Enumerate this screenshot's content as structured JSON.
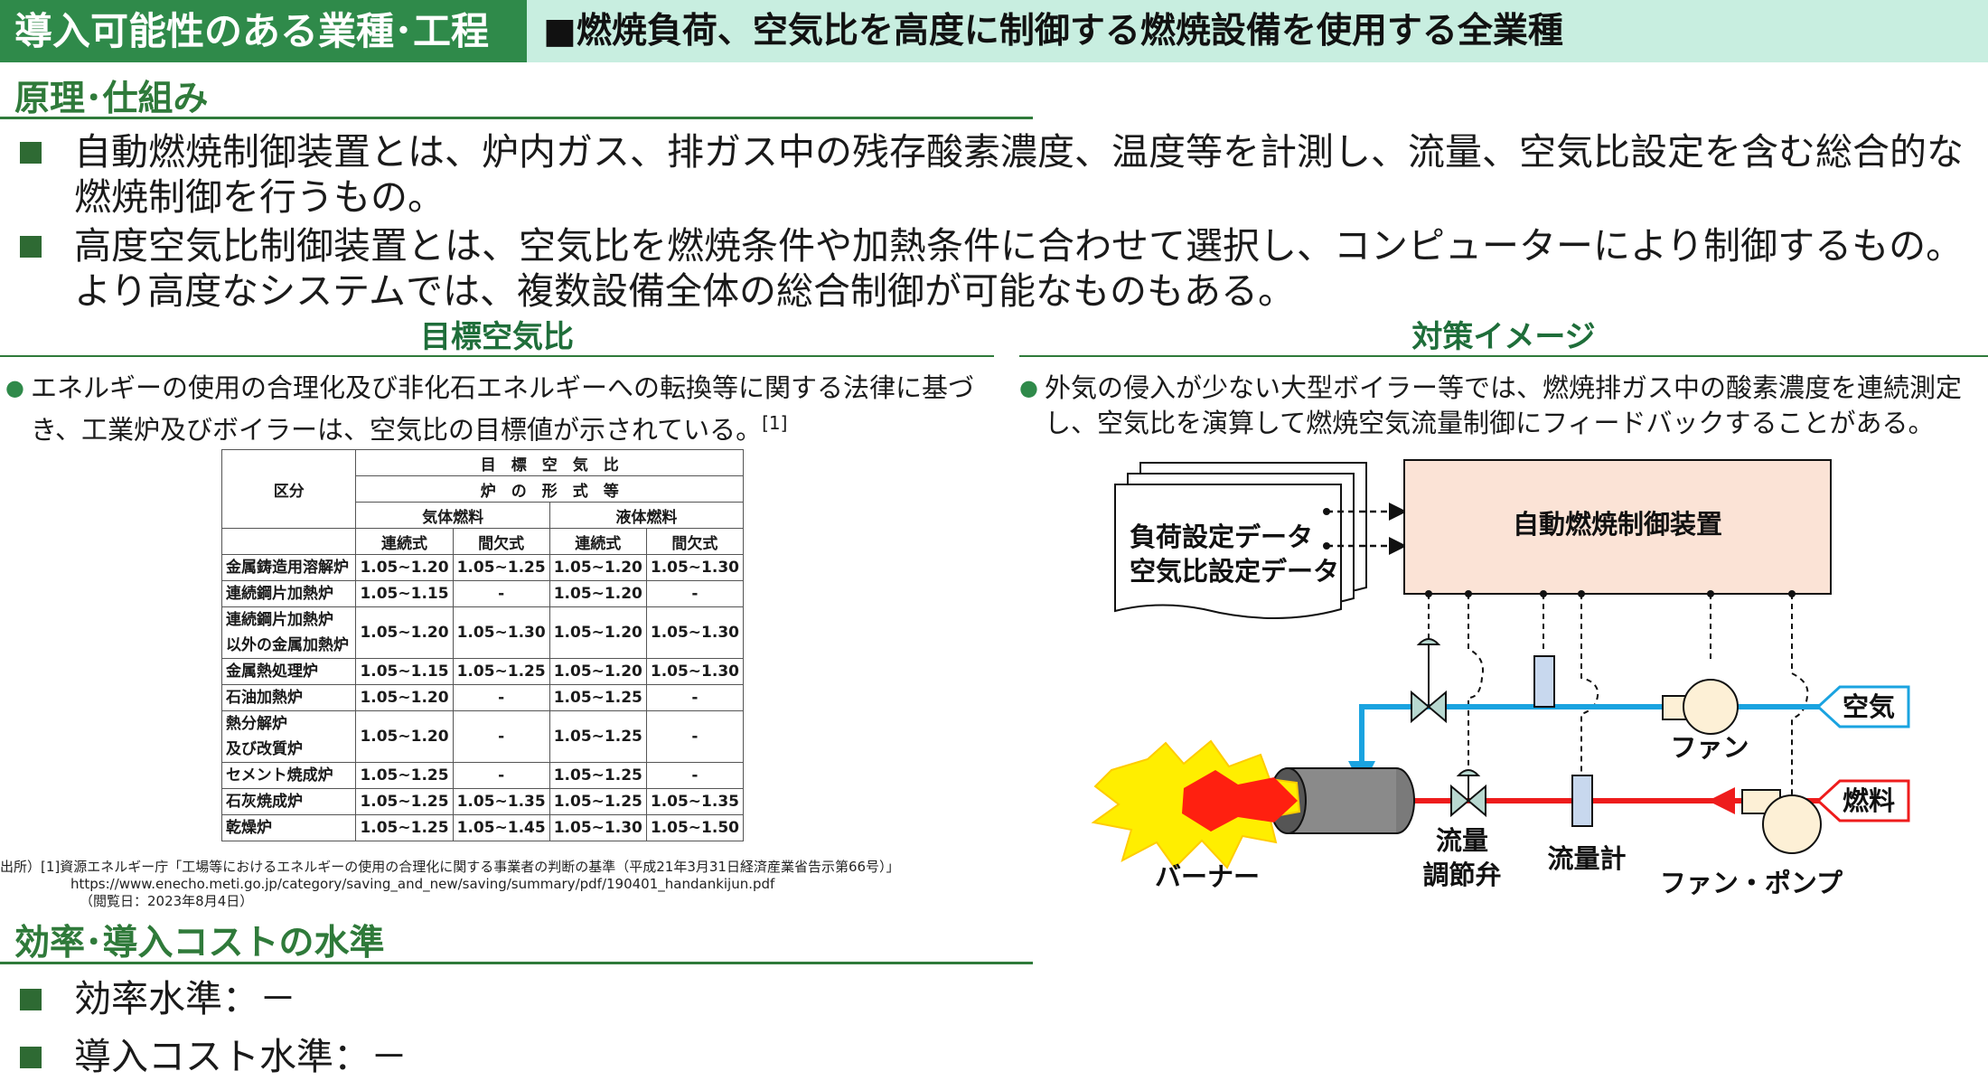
{
  "header": {
    "tag": "導入可能性のある業種･工程",
    "target": "■燃焼負荷、空気比を高度に制御する燃焼設備を使用する全業種"
  },
  "principle": {
    "title": "原理･仕組み",
    "bullets": [
      "自動燃焼制御装置とは、炉内ガス、排ガス中の残存酸素濃度、温度等を計測し、流量、空気比設定を含む総合的な燃焼制御を行うもの。",
      "高度空気比制御装置とは、空気比を燃焼条件や加熱条件に合わせて選択し、コンピューターにより制御するもの。より高度なシステムでは、複数設備全体の総合制御が可能なものもある。"
    ]
  },
  "target_ratio": {
    "title": "目標空気比",
    "note": "エネルギーの使用の合理化及び非化石エネルギーへの転換等に関する法律に基づき、工業炉及びボイラーは、空気比の目標値が示されている。",
    "note_ref": "[1]",
    "table": {
      "col_label": "区分",
      "head1": "目　標　空　気　比",
      "head2": "炉　の　形　式　等",
      "gas": "気体燃料",
      "liquid": "液体燃料",
      "continuous": "連続式",
      "batch": "間欠式",
      "rows": [
        {
          "name": "金属鋳造用溶解炉",
          "v": [
            "1.05~1.20",
            "1.05~1.25",
            "1.05~1.20",
            "1.05~1.30"
          ]
        },
        {
          "name": "連続鋼片加熱炉",
          "v": [
            "1.05~1.15",
            "-",
            "1.05~1.20",
            "-"
          ]
        },
        {
          "name": "連続鋼片加熱炉\n以外の金属加熱炉",
          "v": [
            "1.05~1.20",
            "1.05~1.30",
            "1.05~1.20",
            "1.05~1.30"
          ]
        },
        {
          "name": "金属熱処理炉",
          "v": [
            "1.05~1.15",
            "1.05~1.25",
            "1.05~1.20",
            "1.05~1.30"
          ]
        },
        {
          "name": "石油加熱炉",
          "v": [
            "1.05~1.20",
            "-",
            "1.05~1.25",
            "-"
          ]
        },
        {
          "name": "熱分解炉\n及び改質炉",
          "v": [
            "1.05~1.20",
            "-",
            "1.05~1.25",
            "-"
          ]
        },
        {
          "name": "セメント焼成炉",
          "v": [
            "1.05~1.25",
            "-",
            "1.05~1.25",
            "-"
          ]
        },
        {
          "name": "石灰焼成炉",
          "v": [
            "1.05~1.25",
            "1.05~1.35",
            "1.05~1.25",
            "1.05~1.35"
          ]
        },
        {
          "name": "乾燥炉",
          "v": [
            "1.05~1.25",
            "1.05~1.45",
            "1.05~1.30",
            "1.05~1.50"
          ]
        }
      ]
    },
    "source_line1": "出所）[1]資源エネルギー庁「工場等におけるエネルギーの使用の合理化に関する事業者の判断の基準（平成21年3月31日経済産業省告示第66号）」",
    "source_line2": "https://www.enecho.meti.go.jp/category/saving_and_new/saving/summary/pdf/190401_handankijun.pdf",
    "source_line3": "（閲覧日：2023年8月4日）"
  },
  "image": {
    "title": "対策イメージ",
    "note": "外気の侵入が少ない大型ボイラー等では、燃焼排ガス中の酸素濃度を連続測定し、空気比を演算して燃焼空気流量制御にフィードバックすることがある。",
    "diagram": {
      "data_line1": "負荷設定データ",
      "data_line2": "空気比設定データ",
      "controller": "自動燃焼制御装置",
      "air": "空気",
      "fuel": "燃料",
      "fan": "ファン",
      "fan_pump": "ファン・ポンプ",
      "burner": "バーナー",
      "valve_line1": "流量",
      "valve_line2": "調節弁",
      "meter": "流量計",
      "colors": {
        "air": "#1aa3e0",
        "fuel": "#ee1c1c",
        "controller": "#fbe3d6",
        "fan": "#fdf0d6"
      }
    }
  },
  "efficiency": {
    "title": "効率･導入コストの水準",
    "items": [
      "効率水準：－",
      "導入コスト水準：－"
    ]
  }
}
